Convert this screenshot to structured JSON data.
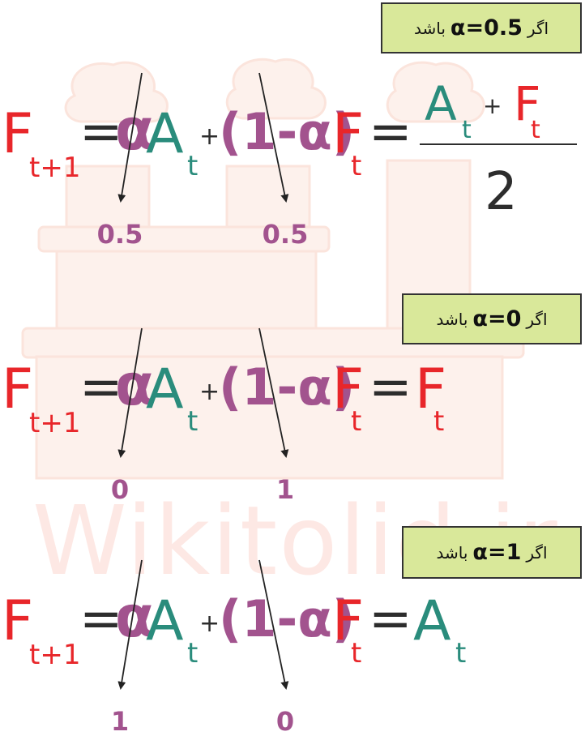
{
  "watermark": {
    "text": "Wikitolid.ir"
  },
  "conditions": [
    {
      "prefix": "اگر",
      "value": "α=0.5",
      "suffix": "باشد"
    },
    {
      "prefix": "اگر",
      "value": "α=0",
      "suffix": "باشد"
    },
    {
      "prefix": "اگر",
      "value": "α=1",
      "suffix": "باشد"
    }
  ],
  "formula": {
    "F": "F",
    "sub_next": "t+1",
    "eq": "=",
    "alpha": "α",
    "A": "A",
    "sub_t": "t",
    "plus": "+",
    "one_minus_alpha": "(1-α)",
    "two": "2"
  },
  "rows": [
    {
      "alpha_value": "0.5",
      "one_minus_value": "0.5"
    },
    {
      "alpha_value": "0",
      "one_minus_value": "1"
    },
    {
      "alpha_value": "1",
      "one_minus_value": "0"
    }
  ],
  "colors": {
    "red": "#e8262a",
    "green": "#2a8c7c",
    "purple": "#a2538e",
    "dark": "#2d2d2d",
    "box": "#d9e89a",
    "watermark": "#fde6e2"
  }
}
